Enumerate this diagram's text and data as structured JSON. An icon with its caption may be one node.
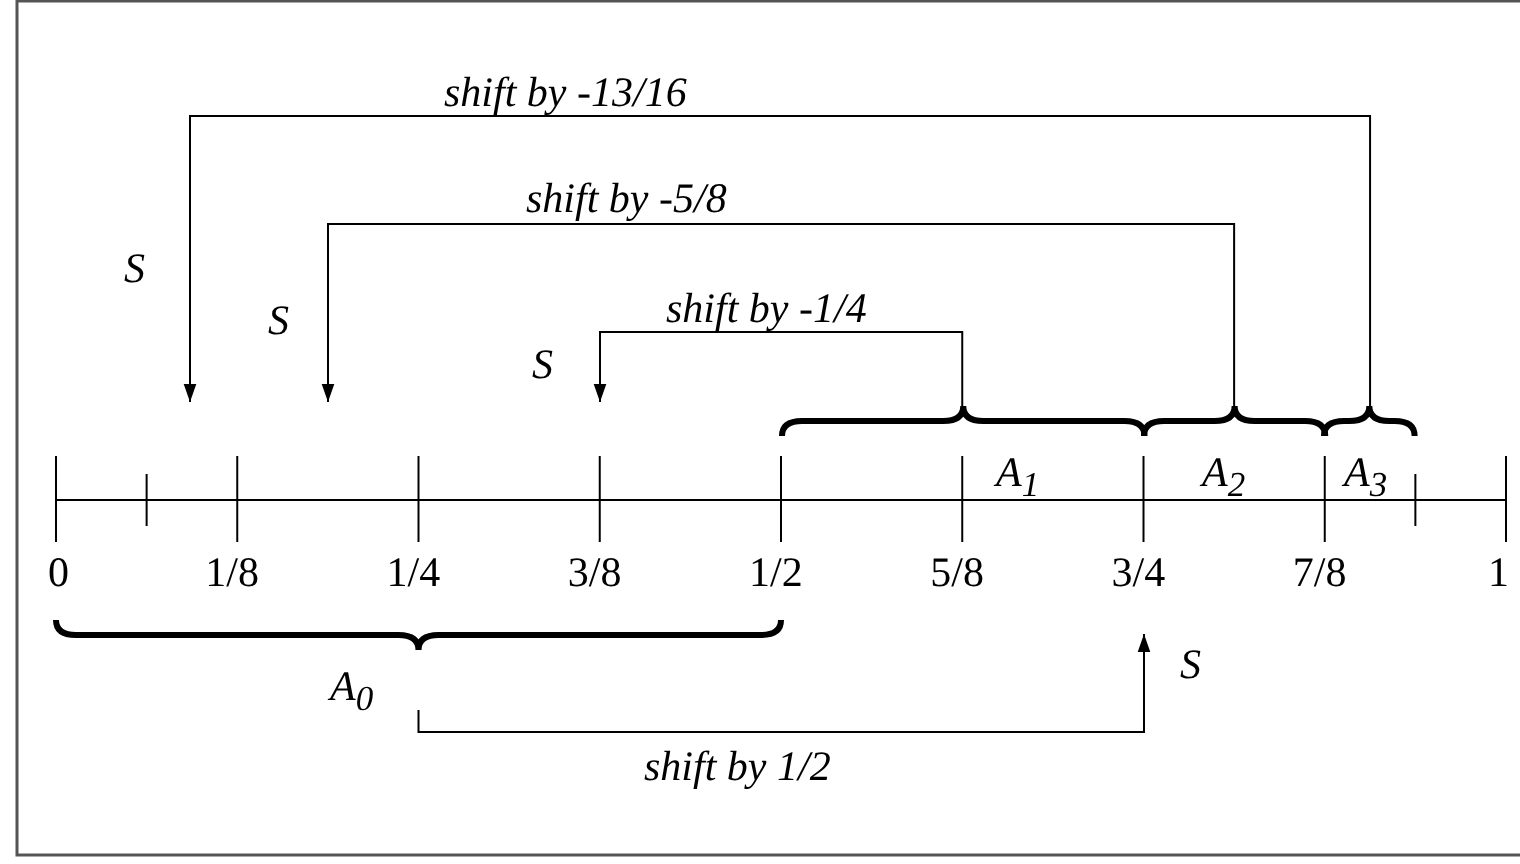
{
  "diagram": {
    "nodes": [
      {
        "text": [
          "A$_{0}$"
        ]
      },
      {
        "text": [
          "A$_{1}$"
        ]
      },
      {
        "text": [
          "A$_{2}$"
        ]
      },
      {
        "text": [
          "A$_{3}$"
        ]
      }
    ],
    "edges": [
      {
        "from": 3,
        "to": null,
        "arrow": "to",
        "label": "shift by -13/16"
      },
      {
        "from": 2,
        "to": null,
        "arrow": "to",
        "label": "shift by -5/8"
      },
      {
        "from": 1,
        "to": null,
        "arrow": "to",
        "label": "shift by -1/4"
      },
      {
        "from": 0,
        "to": null,
        "arrow": "to",
        "label": "shift by 1/2"
      }
    ],
    "labels": [
      "S",
      "S",
      "S",
      "0",
      "1/8",
      "1/4",
      "3/8",
      "1/2",
      "5/8",
      "3/4",
      "7/8",
      "1",
      "S"
    ]
  }
}
